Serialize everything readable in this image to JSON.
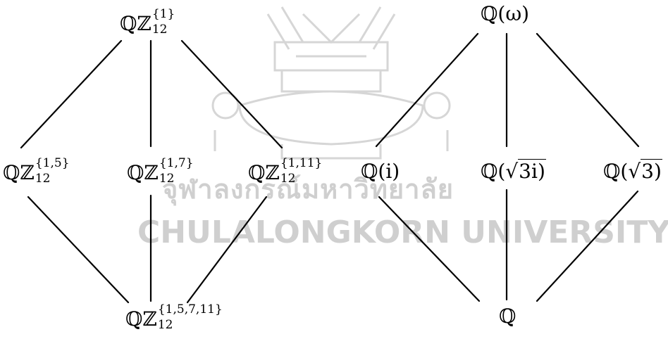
{
  "watermark": {
    "thai": "จุฬาลงกรณ์มหาวิทยาลัย",
    "english": "CHULALONGKORN UNIVERSITY",
    "color": "#cfcfcf"
  },
  "left_lattice": {
    "top": {
      "base": "ℚℤ",
      "sup": "{1}",
      "sub": "12"
    },
    "middle": [
      {
        "base": "ℚℤ",
        "sup": "{1,5}",
        "sub": "12"
      },
      {
        "base": "ℚℤ",
        "sup": "{1,7}",
        "sub": "12"
      },
      {
        "base": "ℚℤ",
        "sup": "{1,11}",
        "sub": "12"
      }
    ],
    "bottom": {
      "base": "ℚℤ",
      "sup": "{1,5,7,11}",
      "sub": "12"
    }
  },
  "right_lattice": {
    "top": "ℚ(ω)",
    "middle": [
      "ℚ(i)",
      "ℚ(",
      "3i)",
      "ℚ(",
      "3)"
    ],
    "bottom": "ℚ"
  },
  "colors": {
    "line": "#000000",
    "text": "#000000",
    "background": "#ffffff"
  }
}
